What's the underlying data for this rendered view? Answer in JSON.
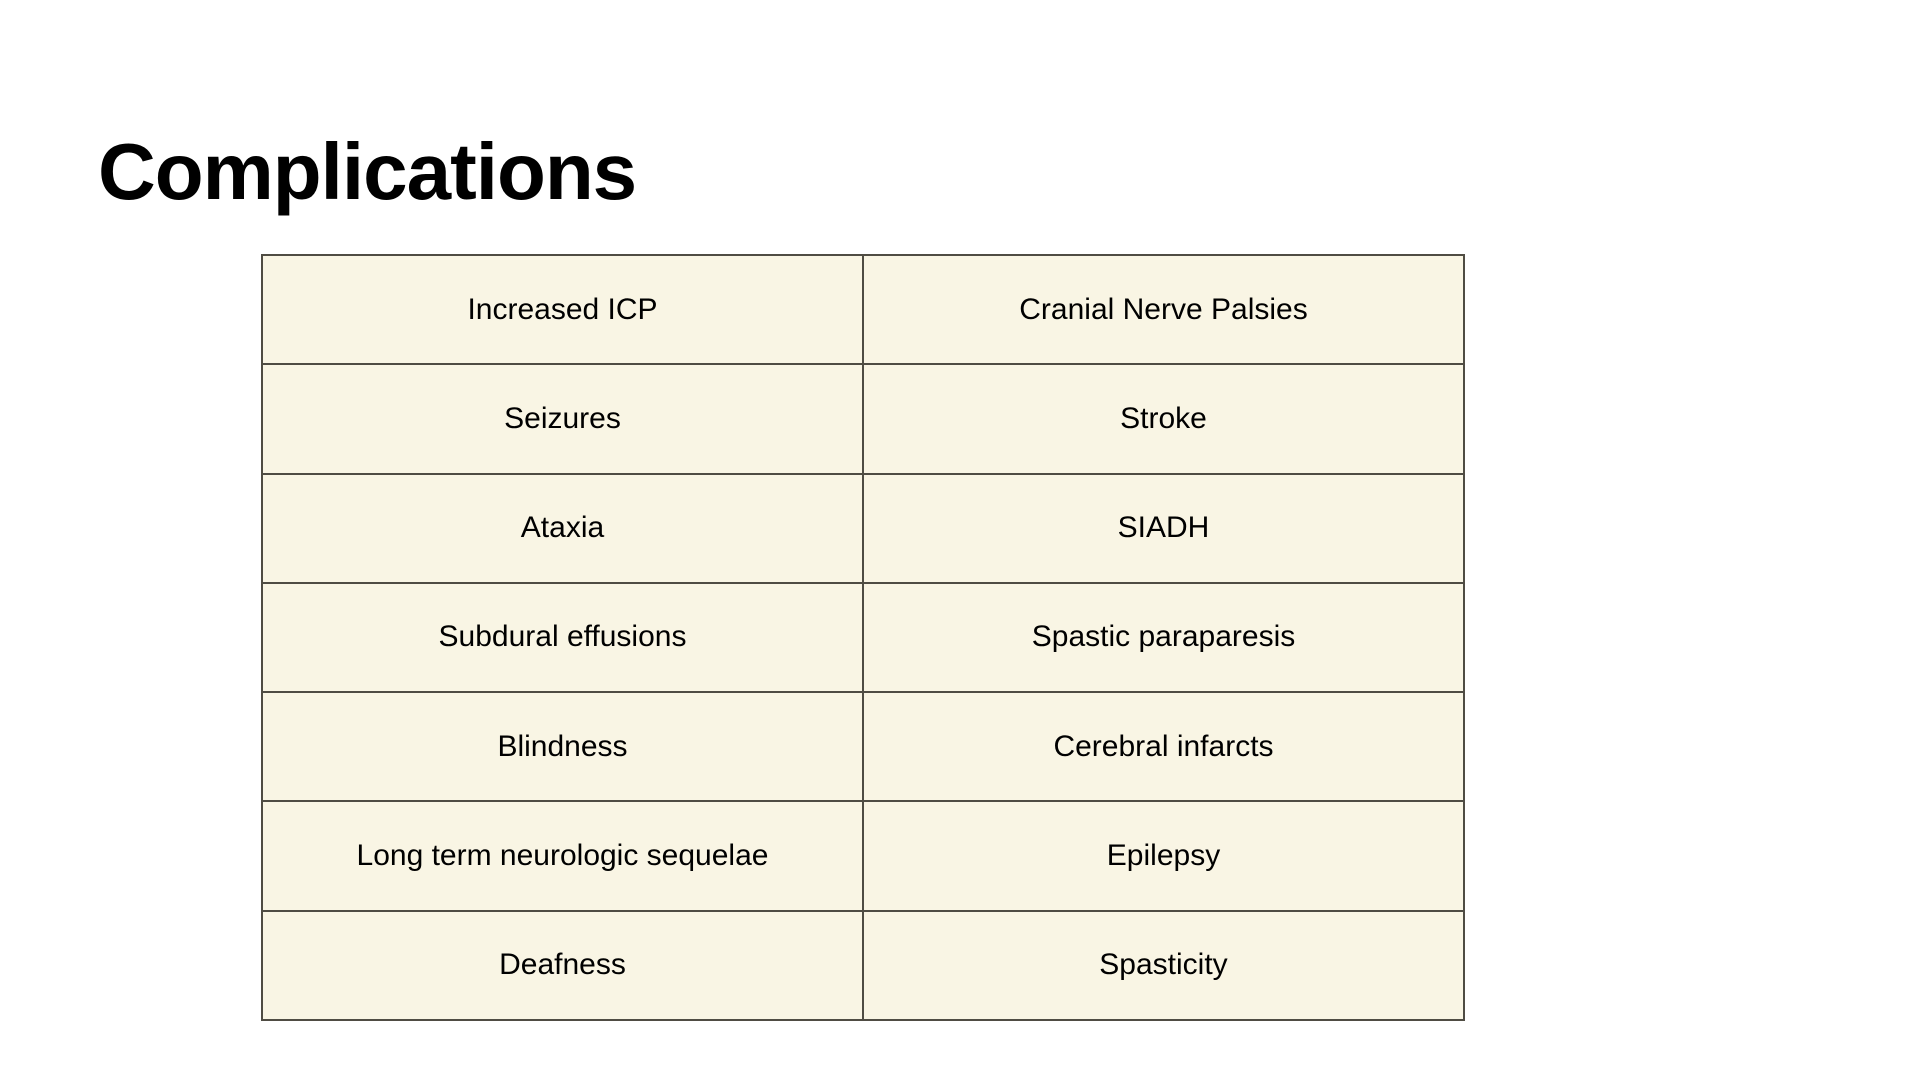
{
  "slide": {
    "title": "Complications",
    "background_color": "#FFFFFF",
    "title_color": "#000000"
  },
  "table": {
    "cell_background_color": "#F9F5E4",
    "border_color": "#4F4C43",
    "text_color": "#000000",
    "column_count": 2,
    "row_count": 7,
    "rows": [
      {
        "left": "Increased ICP",
        "right": "Cranial Nerve Palsies"
      },
      {
        "left": "Seizures",
        "right": "Stroke"
      },
      {
        "left": "Ataxia",
        "right": "SIADH"
      },
      {
        "left": "Subdural effusions",
        "right": "Spastic paraparesis"
      },
      {
        "left": "Blindness",
        "right": "Cerebral infarcts"
      },
      {
        "left": "Long term neurologic sequelae",
        "right": "Epilepsy"
      },
      {
        "left": "Deafness",
        "right": "Spasticity"
      }
    ]
  }
}
